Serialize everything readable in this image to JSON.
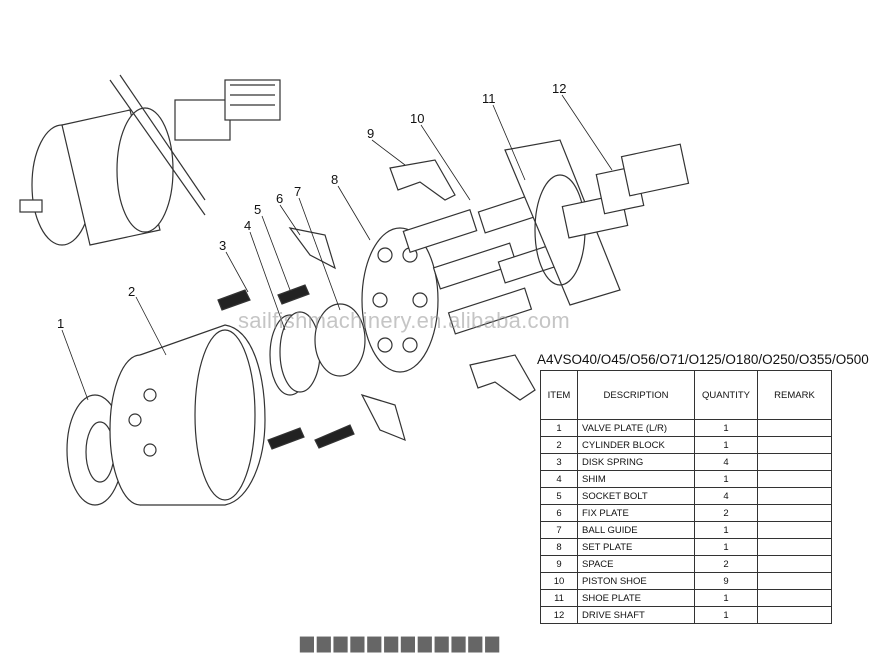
{
  "diagram": {
    "callouts": [
      "1",
      "2",
      "3",
      "4",
      "5",
      "6",
      "7",
      "8",
      "9",
      "10",
      "11",
      "12"
    ],
    "watermark": "sailfishmachinery.en.alibaba.com"
  },
  "table": {
    "title": "A4VSO40/O45/O56/O71/O125/O180/O250/O355/O500",
    "headers": [
      "ITEM",
      "DESCRIPTION",
      "QUANTITY",
      "REMARK"
    ],
    "rows": [
      {
        "item": "1",
        "description": "VALVE PLATE (L/R)",
        "quantity": "1",
        "remark": ""
      },
      {
        "item": "2",
        "description": "CYLINDER BLOCK",
        "quantity": "1",
        "remark": ""
      },
      {
        "item": "3",
        "description": "DISK SPRING",
        "quantity": "4",
        "remark": ""
      },
      {
        "item": "4",
        "description": "SHIM",
        "quantity": "1",
        "remark": ""
      },
      {
        "item": "5",
        "description": "SOCKET BOLT",
        "quantity": "4",
        "remark": ""
      },
      {
        "item": "6",
        "description": "FIX PLATE",
        "quantity": "2",
        "remark": ""
      },
      {
        "item": "7",
        "description": "BALL GUIDE",
        "quantity": "1",
        "remark": ""
      },
      {
        "item": "8",
        "description": "SET PLATE",
        "quantity": "1",
        "remark": ""
      },
      {
        "item": "9",
        "description": "SPACE",
        "quantity": "2",
        "remark": ""
      },
      {
        "item": "10",
        "description": "PISTON SHOE",
        "quantity": "9",
        "remark": ""
      },
      {
        "item": "11",
        "description": "SHOE PLATE",
        "quantity": "1",
        "remark": ""
      },
      {
        "item": "12",
        "description": "DRIVE SHAFT",
        "quantity": "1",
        "remark": ""
      }
    ]
  }
}
